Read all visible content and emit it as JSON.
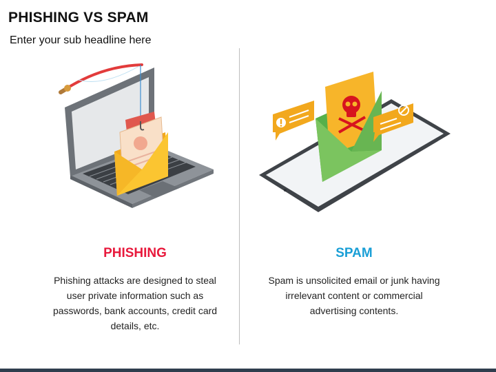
{
  "header": {
    "title": "PHISHING VS SPAM",
    "subtitle": "Enter your sub headline here"
  },
  "columns": [
    {
      "heading": "PHISHING",
      "heading_color": "#e8193c",
      "text": "Phishing attacks are designed to steal user private information such as passwords, bank accounts, credit card details, etc."
    },
    {
      "heading": "SPAM",
      "heading_color": "#1a9fd6",
      "text": "Spam is unsolicited email or junk having irrelevant content or commercial advertising contents."
    }
  ],
  "icons": {
    "phishing": "laptop-fishing-hook-icon",
    "spam": "phone-skull-envelope-icon"
  },
  "colors": {
    "bottom_bar": "#2f3e4e"
  }
}
